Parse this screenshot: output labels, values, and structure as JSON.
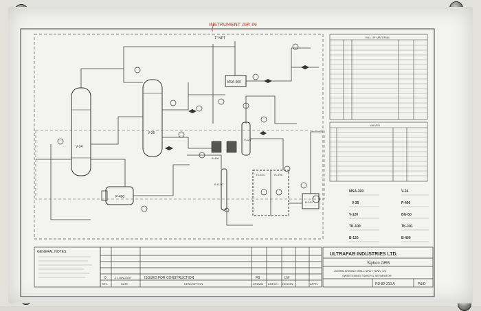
{
  "annotation_handwritten": "INSTRUMENT AIR IN",
  "annotation_small": "1\" NPT",
  "company": "ULTRAFAB INDUSTRIES LTD.",
  "client": "Siphon GRB",
  "drawing_title_line1": "100 BBL DOUBLE WALL SPLIT TANK, c/w",
  "drawing_title_line2": "SWEETENING TOWER & SEPARATOR",
  "drawing_number": "PD-89-310 A",
  "drawing_type": "P&ID",
  "revision_block": {
    "row": {
      "rev": "0",
      "date": "21 JAN 2020",
      "description": "ISSUED FOR CONSTRUCTION"
    },
    "headers": {
      "rev": "REV.",
      "date": "DATE",
      "description": "DESCRIPTION",
      "drawn": "DRAWN",
      "check": "CHECK",
      "design": "DESIGN",
      "appr": "APPR."
    },
    "initials": {
      "drawn": "FB",
      "design": "LM"
    }
  },
  "general_notes_label": "GENERAL NOTES:",
  "bill_of_material_title": "BILL OF MATERIAL",
  "valves_title": "VALVES",
  "equipment_labels": [
    "V-24",
    "V-36",
    "P-400",
    "B-400",
    "V-120",
    "B.G-50",
    "TK-101",
    "TK-100",
    "B-120",
    "MSA-300"
  ],
  "legend_labels": [
    "MSA-300",
    "V-24",
    "V-36",
    "P-400",
    "V-120",
    "BG-50",
    "TK-100",
    "TK-101",
    "B-120",
    "B-400"
  ],
  "colors": {
    "line": "#3c3c3c",
    "sheet": "#f3f3f0",
    "annotation": "#c0392b",
    "board": "#e2e1dc"
  }
}
